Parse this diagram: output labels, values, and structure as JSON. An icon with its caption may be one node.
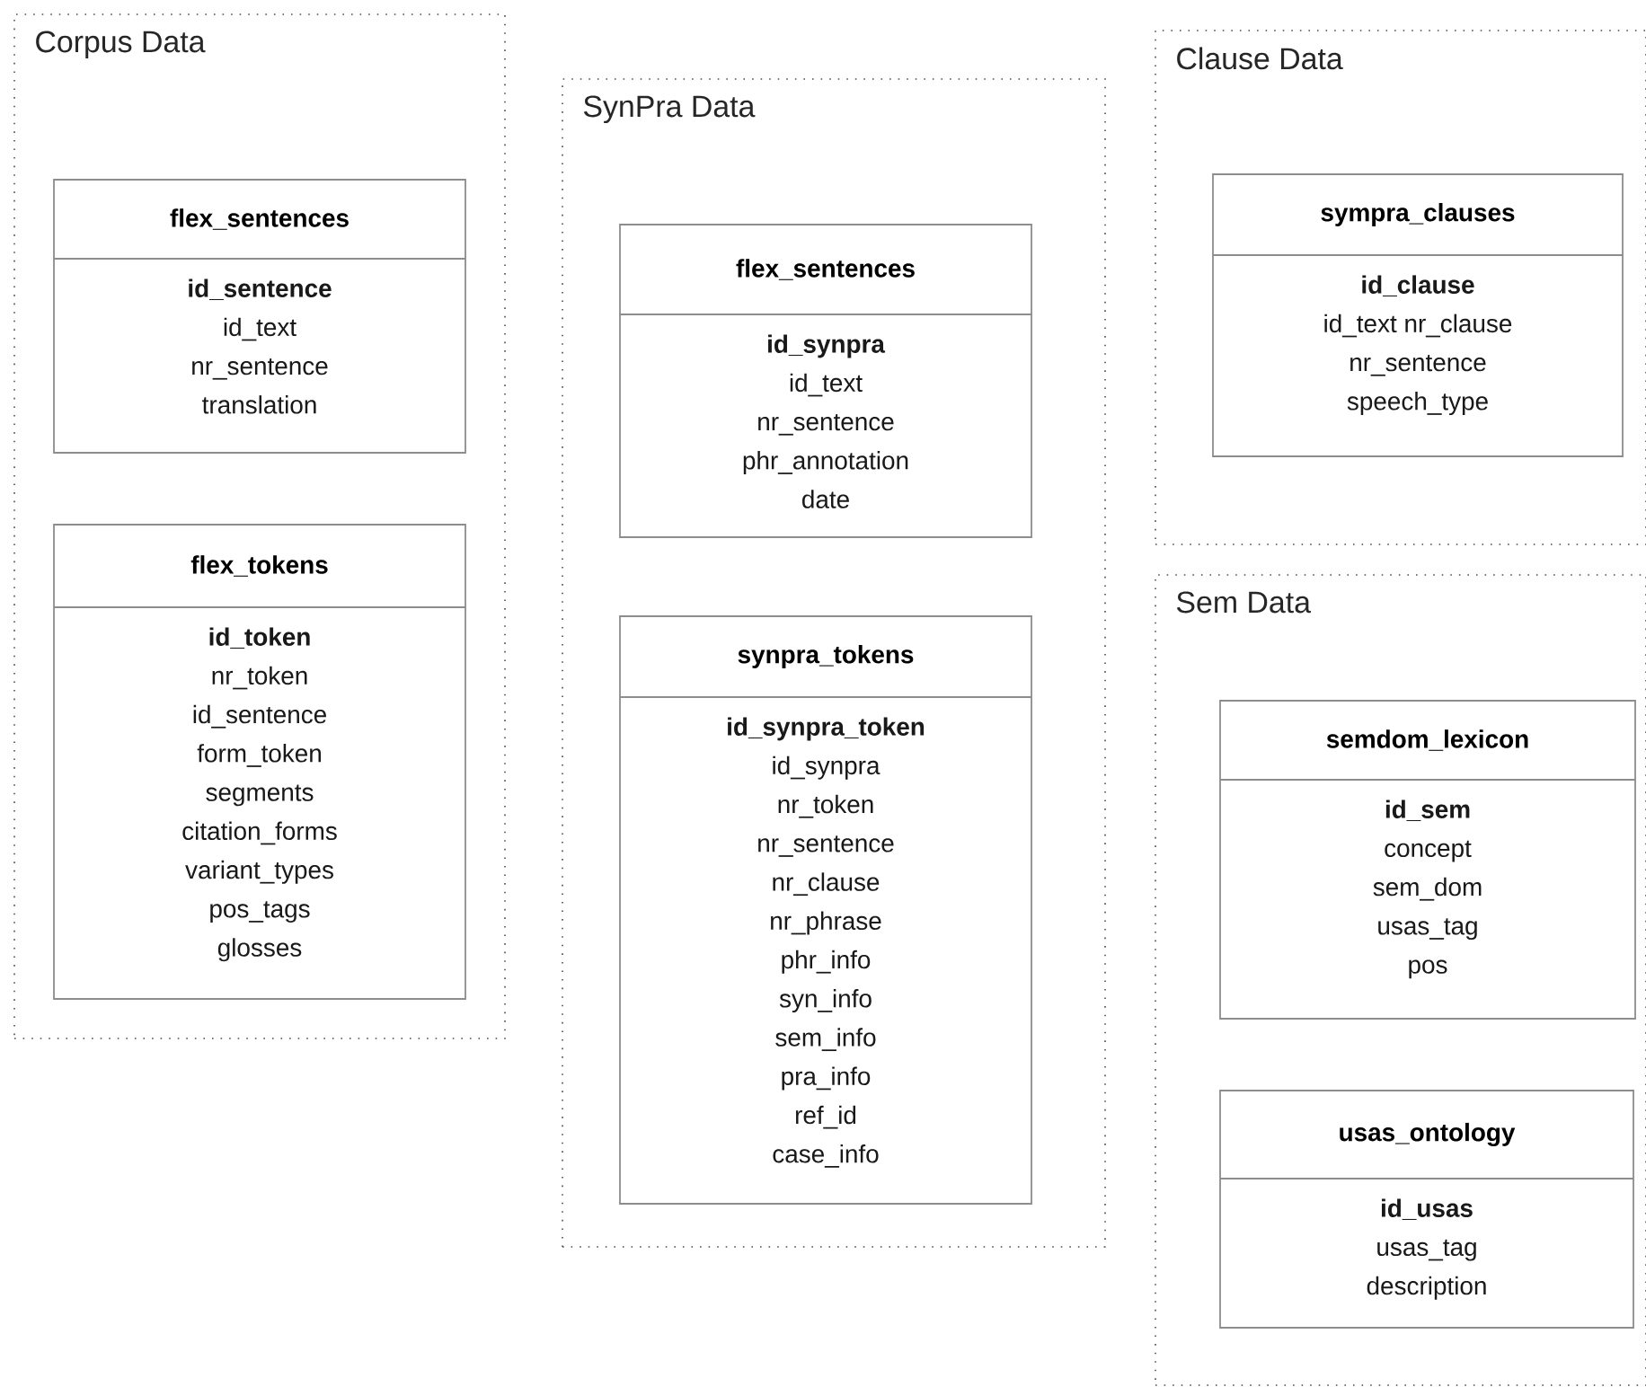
{
  "diagram": {
    "nodes": [
      {
        "text": [
          "Corpus Data"
        ]
      },
      {
        "text": [
          "flex_sentences",
          "id_sentence",
          "id_text",
          "nr_sentence",
          "translation"
        ],
        "in": 0
      },
      {
        "text": [
          "flex_tokens",
          "id_token",
          "nr_token",
          "id_sentence",
          "form_token",
          "segments",
          "citation_forms",
          "variant_types",
          "pos_tags",
          "glosses"
        ],
        "in": 0
      },
      {
        "text": [
          "SynPra Data"
        ]
      },
      {
        "text": [
          "flex_sentences",
          "id_synpra",
          "id_text",
          "nr_sentence",
          "phr_annotation",
          "date"
        ],
        "in": 3
      },
      {
        "text": [
          "synpra_tokens",
          "id_synpra_token",
          "id_synpra",
          "nr_token",
          "nr_sentence",
          "nr_clause",
          "nr_phrase",
          "phr_info",
          "syn_info",
          "sem_info",
          "pra_info",
          "ref_id",
          "case_info"
        ],
        "in": 3
      },
      {
        "text": [
          "Clause Data"
        ]
      },
      {
        "text": [
          "sympra_clauses",
          "id_clause",
          "id_text nr_clause",
          "nr_sentence",
          "speech_type"
        ],
        "in": 6
      },
      {
        "text": [
          "Sem Data"
        ]
      },
      {
        "text": [
          "semdom_lexicon",
          "id_sem",
          "concept",
          "sem_dom",
          "usas_tag",
          "pos"
        ],
        "in": 8
      },
      {
        "text": [
          "usas_ontology",
          "id_usas",
          "usas_tag",
          "description"
        ],
        "in": 8
      }
    ]
  }
}
